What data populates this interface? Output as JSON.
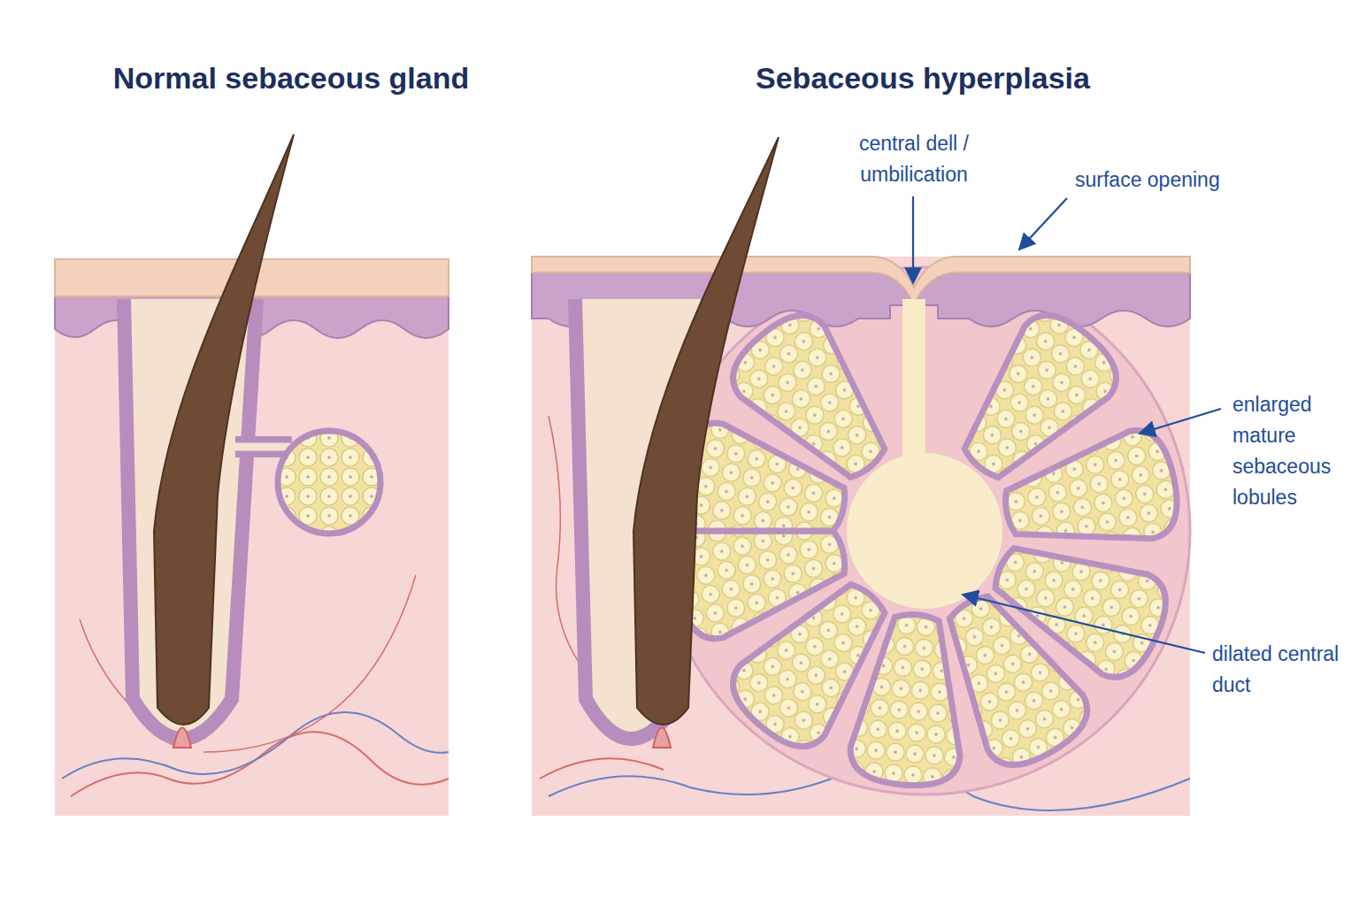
{
  "diagram": {
    "nodes": [
      {
        "text": [
          "Normal sebaceous gland"
        ]
      },
      {
        "text": [
          "Sebaceous hyperplasia"
        ]
      }
    ],
    "labels": [
      "central dell / umbilication",
      "surface opening",
      "enlarged mature sebaceous lobules",
      "dilated central duct"
    ]
  }
}
